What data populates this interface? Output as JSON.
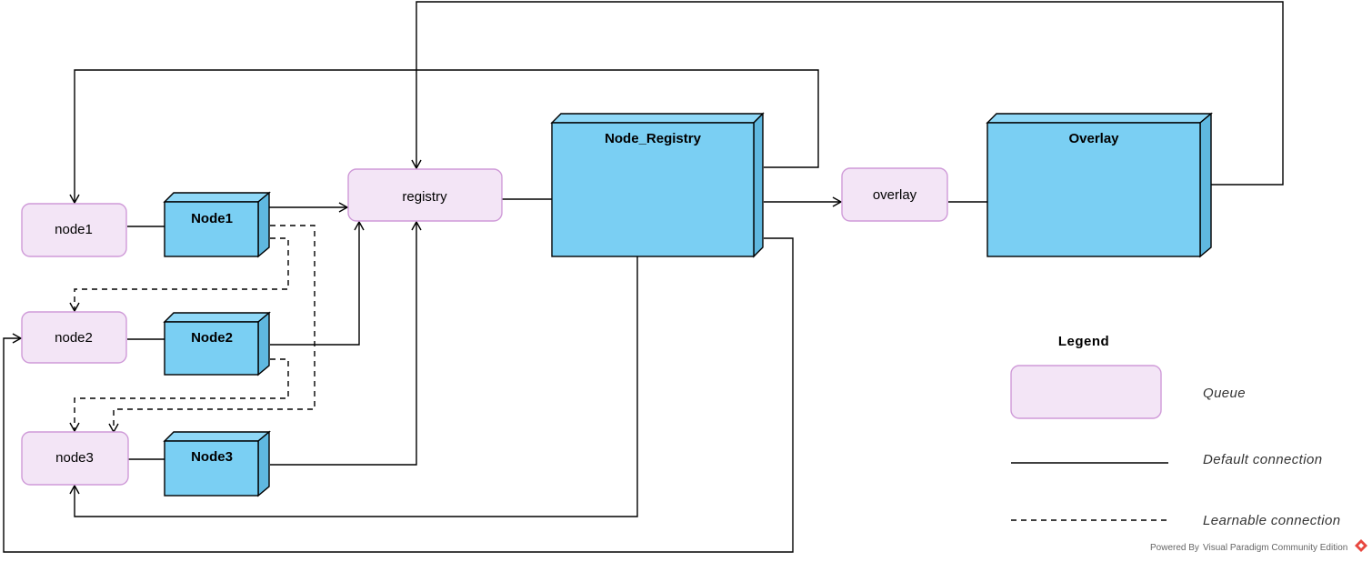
{
  "queues": {
    "node1": "node1",
    "node2": "node2",
    "node3": "node3",
    "registry": "registry",
    "overlay": "overlay"
  },
  "nodes": {
    "node1": "Node1",
    "node2": "Node2",
    "node3": "Node3",
    "node_registry": "Node_Registry",
    "overlay": "Overlay"
  },
  "legend": {
    "title": "Legend",
    "queue": "Queue",
    "default_connection": "Default connection",
    "learnable_connection": "Learnable connection"
  },
  "footer": {
    "powered_by": "Powered By",
    "product": "Visual Paradigm Community Edition"
  },
  "colors": {
    "queue_fill": "#f3e5f6",
    "queue_border": "#cf9ad8",
    "node_fill": "#7acff3",
    "line": "#000000"
  }
}
